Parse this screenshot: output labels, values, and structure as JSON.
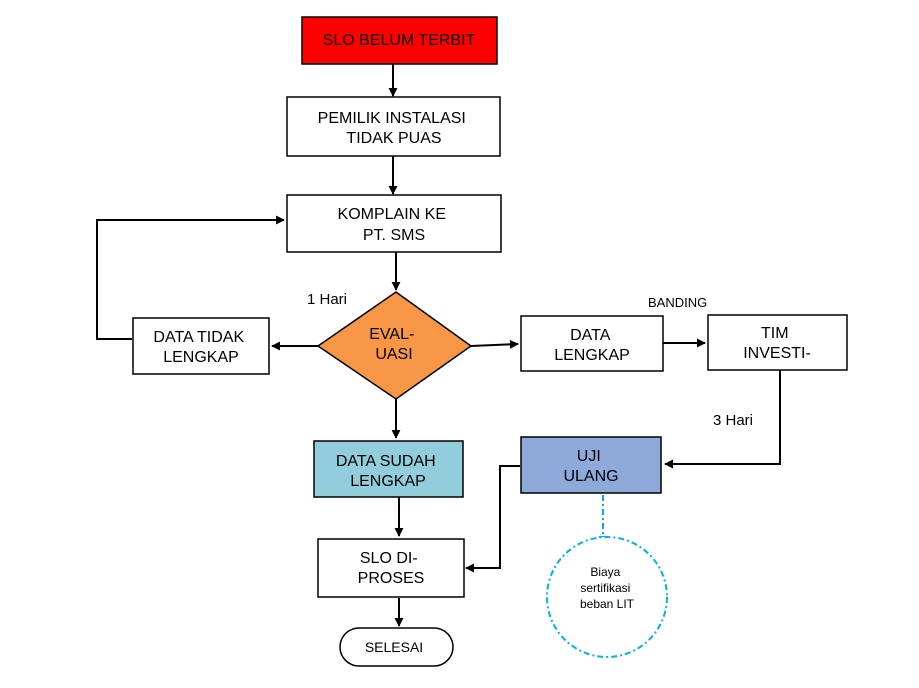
{
  "nodes": {
    "slo_belum": {
      "lines": [
        "SLO BELUM TERBIT"
      ],
      "fill": "#ff0000"
    },
    "pemilik": {
      "lines": [
        "PEMILIK INSTALASI",
        "TIDAK PUAS"
      ],
      "fill": "#ffffff"
    },
    "komplain": {
      "lines": [
        "KOMPLAIN KE",
        "PT. SMS"
      ],
      "fill": "#ffffff"
    },
    "evaluasi": {
      "lines": [
        "EVAL-",
        "UASI"
      ],
      "fill": "#f79646"
    },
    "data_tidak": {
      "lines": [
        "DATA TIDAK",
        "LENGKAP"
      ],
      "fill": "#ffffff"
    },
    "data_lengkap": {
      "lines": [
        "DATA",
        "LENGKAP"
      ],
      "fill": "#ffffff"
    },
    "tim": {
      "lines": [
        "TIM",
        "INVESTI-"
      ],
      "fill": "#ffffff"
    },
    "data_sudah": {
      "lines": [
        "DATA SUDAH",
        "LENGKAP"
      ],
      "fill": "#92cddc"
    },
    "uji": {
      "lines": [
        "UJI",
        "ULANG"
      ],
      "fill": "#8eaadb"
    },
    "slo_diproses": {
      "lines": [
        "SLO DI-",
        "PROSES"
      ],
      "fill": "#ffffff"
    },
    "selesai": {
      "lines": [
        "SELESAI"
      ],
      "fill": "#ffffff"
    },
    "biaya": {
      "lines": [
        "Biaya",
        "sertifikasi",
        "beban LIT"
      ],
      "fill": "#ffffff",
      "stroke": "#00b0f0"
    }
  },
  "labels": {
    "one_day": "1 Hari",
    "banding": "BANDING",
    "three_days": "3 Hari"
  }
}
